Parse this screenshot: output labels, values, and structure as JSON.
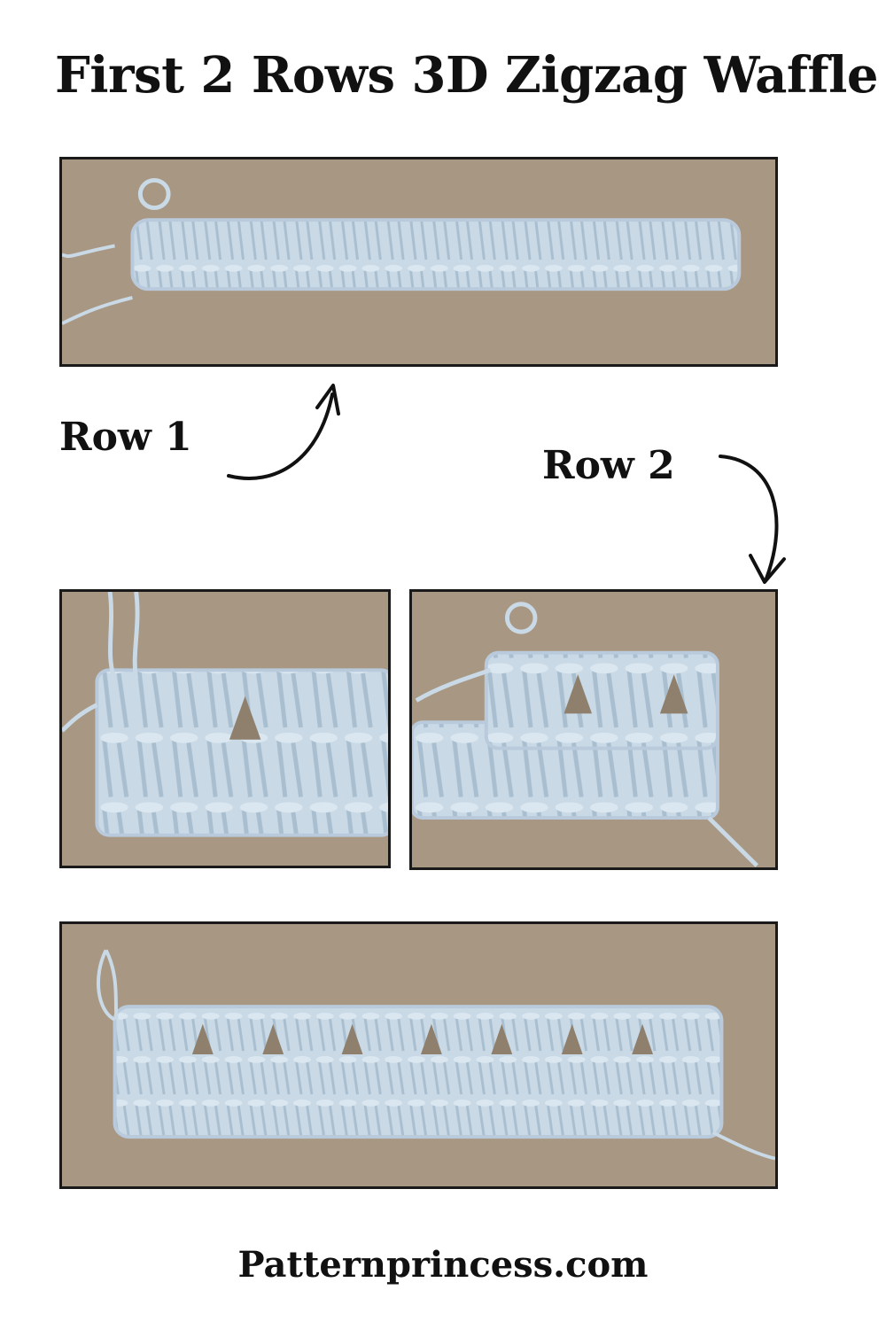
{
  "title": "First 2 Rows 3D Zigzag Waffle",
  "labels": {
    "row1": "Row 1",
    "row2": "Row 2"
  },
  "footer": "Patternprincess.com",
  "colors": {
    "background_surface": "#a89783",
    "yarn": "#c9d9e6",
    "border": "#1a1a1a"
  }
}
